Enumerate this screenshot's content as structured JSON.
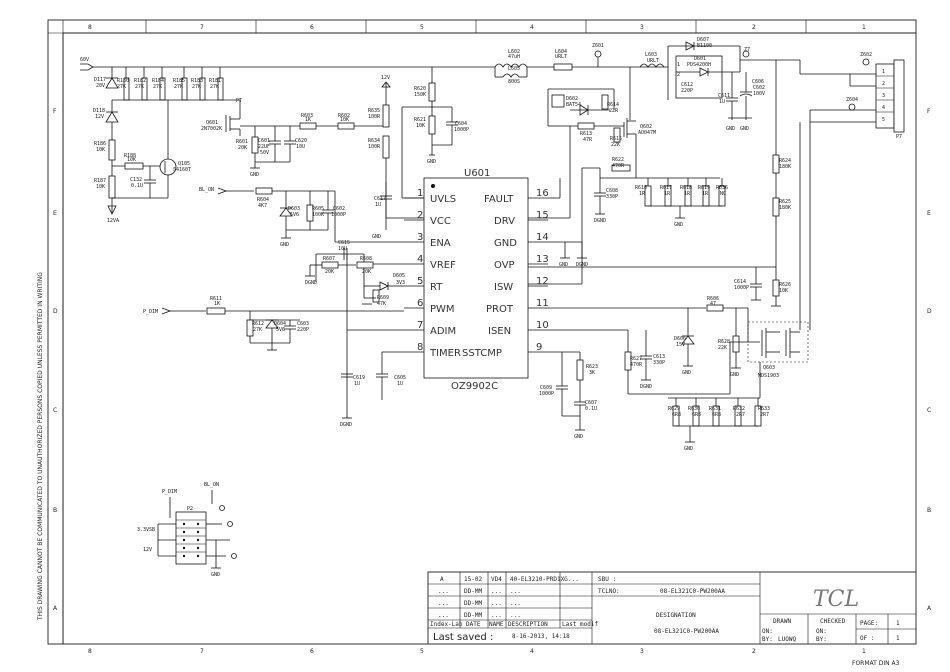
{
  "border": {
    "columns_top": [
      "8",
      "7",
      "6",
      "5",
      "4",
      "3",
      "2",
      "1"
    ],
    "columns_bottom": [
      "8",
      "7",
      "6",
      "5",
      "4",
      "3",
      "2",
      "1"
    ],
    "rows": [
      "F",
      "E",
      "D",
      "C",
      "B",
      "A"
    ],
    "side_note": "THIS DRAWING CANNOT BE COMMUNICATED TO UNAUTHORIZED PERSONS COPIED UNLESS PERMITTED IN WRITING",
    "format": "FORMAT DIN A3"
  },
  "ic": {
    "ref": "U601",
    "part": "OZ9902C",
    "left_pins": [
      {
        "num": "1",
        "name": "UVLS"
      },
      {
        "num": "2",
        "name": "VCC"
      },
      {
        "num": "3",
        "name": "ENA"
      },
      {
        "num": "4",
        "name": "VREF"
      },
      {
        "num": "5",
        "name": "RT"
      },
      {
        "num": "6",
        "name": "PWM"
      },
      {
        "num": "7",
        "name": "ADIM"
      },
      {
        "num": "8",
        "name": "TIMER"
      }
    ],
    "right_pins": [
      {
        "num": "16",
        "name": "FAULT"
      },
      {
        "num": "15",
        "name": "DRV"
      },
      {
        "num": "14",
        "name": "GND"
      },
      {
        "num": "13",
        "name": "OVP"
      },
      {
        "num": "12",
        "name": "ISW"
      },
      {
        "num": "11",
        "name": "PROT"
      },
      {
        "num": "10",
        "name": "ISEN"
      },
      {
        "num": "9",
        "name": "SSTCMP"
      }
    ]
  },
  "nets": {
    "v60": "60V",
    "v12": "12V",
    "v12a": "12VA",
    "bl_on": "BL_ON",
    "p_dim": "P_DIM",
    "p_dim2": "P_DIM",
    "bl_on2": "BL_ON",
    "v33": "3.3VSB",
    "v12b": "12V",
    "gnd": "GND",
    "dgnd": "DGND"
  },
  "labels": {
    "l602": "L602",
    "l602v": "47uH",
    "l604": "L604",
    "l604v": "URLT",
    "l605": "L605",
    "l605v": "800S",
    "l603": "L603",
    "l603v": "URLT",
    "z601": "Z601",
    "z7": "Z7",
    "z602": "Z602",
    "z604": "Z604",
    "d607": "D607",
    "d607v": "B1100",
    "d601": "D601",
    "d601v": "PDS4200H",
    "c612": "C612",
    "c612v": "220P",
    "c611": "C611",
    "c611v": "1U",
    "c606": "C606",
    "c606v": "C602",
    "c606v2": "100V",
    "p7": "P7",
    "d117": "D117",
    "d117v": "20V",
    "r180": "R180",
    "r180v": "27K",
    "r182": "R182",
    "r182v": "27K",
    "r184": "R184",
    "r184v": "27K",
    "r185": "R185",
    "r185v": "27K",
    "r183": "R183",
    "r183v": "27K",
    "r181": "R181",
    "r181v": "27K",
    "q601": "Q601",
    "q601v": "2N7002K",
    "d118": "D118",
    "d118v": "12V",
    "r186": "R186",
    "r186v": "10K",
    "r188": "R188",
    "r188v": "10K",
    "r187": "R187",
    "r187v": "10K",
    "c132": "C132",
    "c132v": "0.1U",
    "q105": "Q105",
    "q105v": "S4160T",
    "r603": "R603",
    "r603v": "1K",
    "r602": "R602",
    "r602v": "10K",
    "r601": "R601",
    "r601v": "20K",
    "c601": "C601",
    "c601v": "22UF",
    "c601v2": "50V",
    "c620": "C620",
    "c620v": "10U",
    "r635": "R635",
    "r635v": "100R",
    "r634": "R634",
    "r634v": "100R",
    "r620": "R620",
    "r620v": "150K",
    "r621": "R621",
    "r621v": "10K",
    "c604": "C604",
    "c604v": "1000P",
    "d602": "D602",
    "d602v": "BAT54",
    "r614": "R614",
    "r614v": "22R",
    "r613": "R613",
    "r613v": "47R",
    "q602": "Q602",
    "q602v": "AO047M",
    "r615": "R615",
    "r615v": "22K",
    "r622": "R622",
    "r622v": "470R",
    "c608": "C608",
    "c608v": "330P",
    "r616": "R616",
    "r616v": "1R",
    "r617": "R617",
    "r617v": "1R",
    "r618": "R618",
    "r618v": "1R",
    "r619": "R619",
    "r619v": "1R",
    "r636": "R636",
    "r636v": "NC",
    "r624": "R624",
    "r624v": "180K",
    "r625": "R625",
    "r625v": "180K",
    "r604": "R604",
    "r604v": "4K7",
    "d603": "D603",
    "d603v": "5V6",
    "r605": "R605",
    "r605v": "100K",
    "c602": "C602",
    "c602v": "1000P",
    "c617": "C617",
    "c617v": "1U",
    "c615": "C615",
    "c615v": "10U",
    "r607": "R607",
    "r607v": "20K",
    "r608": "R608",
    "r608v": "20K",
    "d605": "D605",
    "d605v": "3V3",
    "r609": "R609",
    "r609v": "47K",
    "r611": "R611",
    "r611v": "1K",
    "r612": "R612",
    "r612v": "27K",
    "d604": "D604",
    "d604v": "5V6",
    "c603": "C603",
    "c603v": "220P",
    "c619": "C619",
    "c619v": "1U",
    "c605": "C605",
    "c605v": "1U",
    "c614": "C614",
    "c614v": "1000P",
    "r626": "R626",
    "r626v": "10K",
    "r606": "R606",
    "r606v": "47",
    "d606": "D606",
    "d606v": "15V",
    "r628": "R628",
    "r628v": "22K",
    "q603": "Q603",
    "q603v": "MDS1903",
    "r627": "R627",
    "r627v": "470R",
    "c613": "C613",
    "c613v": "330P",
    "r623": "R623",
    "r623v": "3K",
    "c609": "C609",
    "c609v": "1000P",
    "c607": "C607",
    "c607v": "0.1U",
    "r629": "R629",
    "r629v": "6R8",
    "r630": "R630",
    "r630v": "6R8",
    "r631": "R631",
    "r631v": "6R8",
    "r632": "R632",
    "r632v": "2R7",
    "r633": "R633",
    "r633v": "2R7",
    "p2": "P2",
    "pt": "PT"
  },
  "titleblock": {
    "rev": [
      {
        "idx": "A",
        "date": "15-02",
        "name": "VD4",
        "desc": "40-EL3210-PRD1XG",
        "mod": "..."
      },
      {
        "idx": "...",
        "date": "DD-MM",
        "name": "...",
        "desc": "...",
        "mod": ""
      },
      {
        "idx": "...",
        "date": "DD-MM",
        "name": "...",
        "desc": "...",
        "mod": ""
      },
      {
        "idx": "...",
        "date": "DD-MM",
        "name": "...",
        "desc": "...",
        "mod": ""
      }
    ],
    "headers": {
      "idx": "Index-Lab",
      "date": "DATE",
      "name": "NAME",
      "desc": "DESCRIPTION",
      "mod": "Last modif"
    },
    "last_saved_label": "Last saved :",
    "last_saved_value": "8-16-2013, 14:18",
    "sbu_label": "SBU :",
    "tclno_label": "TCLNO:",
    "tclno_value": "08-EL321C0-PW200AA",
    "designation_label": "DESIGNATION",
    "designation_value": "08-EL321C0-PW200AA",
    "logo": "TCL",
    "drawn": "DRAWN",
    "checked": "CHECKED",
    "on": "ON:",
    "by": "BY:",
    "by_value": "LUOWQ",
    "page": "PAGE:",
    "page_value": "1",
    "of": "OF :",
    "of_value": "1"
  }
}
